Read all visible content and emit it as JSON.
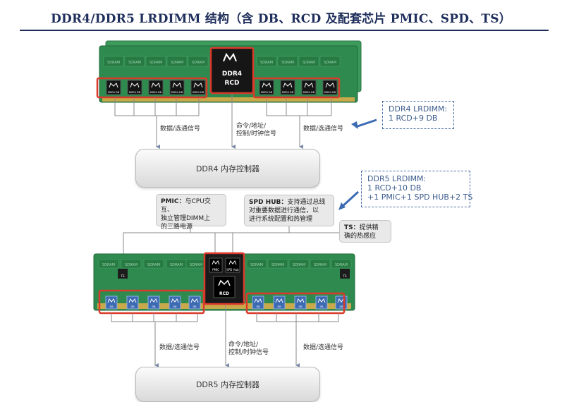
{
  "title": "DDR4/DDR5 LRDIMM 结构（含 DB、RCD 及配套芯片 PMIC、SPD、TS）",
  "chips": {
    "sdram": "SDRAM",
    "db": "DDR4 DB",
    "db5": "DB",
    "rcd_top_line1": "DDR4",
    "rcd_top_line2": "RCD",
    "rcd_bottom": "RCD",
    "pmic": "PMIC",
    "spd_hub": "SPD Hub",
    "ts": "TS"
  },
  "ddr4": {
    "box_line1": "DDR4 LRDIMM:",
    "box_line2": "1 RCD+9 DB",
    "controller": "DDR4 内存控制器",
    "left_signal": "数据/选通信号",
    "right_signal": "数据/选通信号",
    "cmd_signal": "命令/地址/\n控制/时钟信号"
  },
  "ddr5": {
    "box_line1": "DDR5 LRDIMM:",
    "box_line2": "1 RCD+10 DB",
    "box_line3": "+1 PMIC+1 SPD HUB+2 TS",
    "controller": "DDR5 内存控制器",
    "left_signal": "数据/选通信号",
    "right_signal": "数据/选通信号",
    "cmd_signal": "命令/地址/\n控制/时钟信号"
  },
  "callouts": {
    "pmic_head": "PMIC：",
    "pmic_text1": "与CPU交互、",
    "pmic_text2": "独立管理DIMM上",
    "pmic_text3": "的三路电源",
    "spd_head": "SPD HUB：",
    "spd_text1": "支持通过总线",
    "spd_text2": "对重要数据进行通信，以",
    "spd_text3": "进行系统配置和热管理",
    "ts_head": "TS：",
    "ts_text1": "提供精",
    "ts_text2": "确的热感应"
  },
  "colors": {
    "highlight": "#d93a2b",
    "module_green": "#2f8a4f",
    "accent_blue": "#3d6bb3"
  }
}
